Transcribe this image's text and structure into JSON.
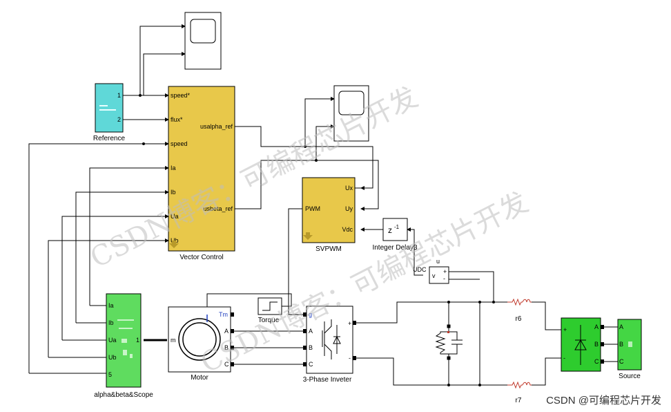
{
  "blocks": {
    "reference": {
      "caption": "Reference",
      "ports": [
        "1",
        "2"
      ]
    },
    "vector_control": {
      "caption": "Vector Control",
      "inputs": [
        "speed*",
        "flux*",
        "speed",
        "Ia",
        "Ib",
        "Ua",
        "Ub"
      ],
      "outputs": [
        "usalpha_ref",
        "usbeta_ref"
      ]
    },
    "svpwm": {
      "caption": "SVPWM",
      "inputs": [
        "Ux",
        "Uy",
        "Vdc"
      ],
      "output": "PWM"
    },
    "integer_delay": {
      "caption": "Integer Delay3",
      "symbol": "z",
      "exponent": "-1"
    },
    "alpha_beta_scope": {
      "caption": "alpha&beta&Scope",
      "inputs": [
        "Ia",
        "Ib",
        "Ua",
        "Ub",
        "5"
      ],
      "output": "1"
    },
    "motor": {
      "caption": "Motor",
      "inputs": [
        "Tm",
        "A",
        "B",
        "C"
      ],
      "output": "m"
    },
    "torque": {
      "caption": "Torque"
    },
    "inverter": {
      "caption": "3-Phase Inveter",
      "ports": [
        "g",
        "A",
        "B",
        "C",
        "+",
        "-"
      ]
    },
    "voltmeter": {
      "caption": "UDC",
      "ports": [
        "u",
        "v",
        "+",
        "-"
      ]
    },
    "r6": {
      "caption": "r6"
    },
    "r7": {
      "caption": "r7"
    },
    "rectifier": {
      "ports": [
        "A",
        "B",
        "C",
        "+",
        "-"
      ]
    },
    "source": {
      "caption": "Source",
      "ports": [
        "A",
        "B",
        "C"
      ]
    }
  },
  "watermark": {
    "main": "CSDN博客：可编程芯片开发",
    "credit": "CSDN @可编程芯片开发"
  },
  "colors": {
    "reference_fill": "#5fd8d8",
    "vector_control_fill": "#e8c84a",
    "scope_fill": "#5fdc5f",
    "rectifier_fill": "#2ecc2e",
    "source_fill": "#44d644",
    "resistor": "#c0392b"
  }
}
